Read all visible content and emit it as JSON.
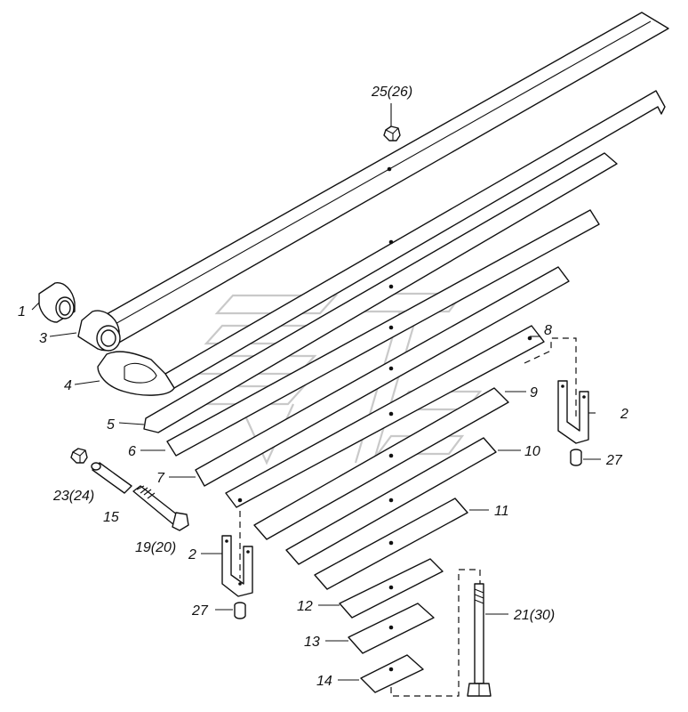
{
  "callouts": [
    {
      "id": "c1",
      "text": "1"
    },
    {
      "id": "c2a",
      "text": "2"
    },
    {
      "id": "c2b",
      "text": "2"
    },
    {
      "id": "c3",
      "text": "3"
    },
    {
      "id": "c4",
      "text": "4"
    },
    {
      "id": "c5",
      "text": "5"
    },
    {
      "id": "c6",
      "text": "6"
    },
    {
      "id": "c7",
      "text": "7"
    },
    {
      "id": "c8",
      "text": "8"
    },
    {
      "id": "c9",
      "text": "9"
    },
    {
      "id": "c10",
      "text": "10"
    },
    {
      "id": "c11",
      "text": "11"
    },
    {
      "id": "c12",
      "text": "12"
    },
    {
      "id": "c13",
      "text": "13"
    },
    {
      "id": "c14",
      "text": "14"
    },
    {
      "id": "c15",
      "text": "15"
    },
    {
      "id": "c19",
      "text": "19(20)"
    },
    {
      "id": "c21",
      "text": "21(30)"
    },
    {
      "id": "c23",
      "text": "23(24)"
    },
    {
      "id": "c25",
      "text": "25(26)"
    },
    {
      "id": "c27a",
      "text": "27"
    },
    {
      "id": "c27b",
      "text": "27"
    }
  ]
}
